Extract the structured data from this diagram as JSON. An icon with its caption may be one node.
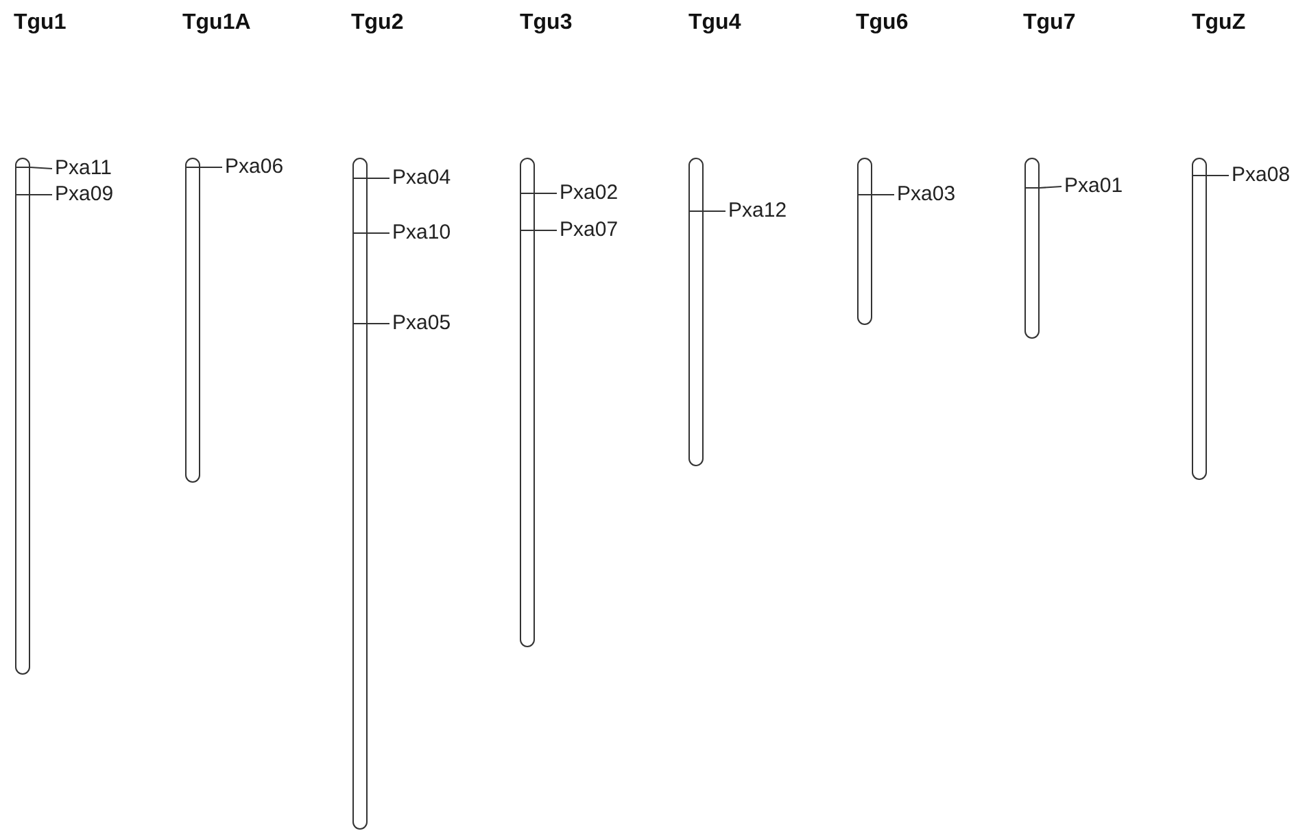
{
  "diagram": {
    "nodes": [
      {
        "text": [],
        "shape": "bar"
      },
      {
        "text": [],
        "shape": "bar"
      },
      {
        "text": [],
        "shape": "bar"
      },
      {
        "text": [],
        "shape": "bar"
      },
      {
        "text": [],
        "shape": "bar"
      },
      {
        "text": [],
        "shape": "bar"
      },
      {
        "text": [],
        "shape": "bar"
      },
      {
        "text": [],
        "shape": "bar"
      },
      {
        "text": [
          "Pxa11"
        ]
      },
      {
        "text": [
          "Pxa09"
        ]
      },
      {
        "text": [
          "Pxa06"
        ]
      },
      {
        "text": [
          "Pxa04"
        ]
      },
      {
        "text": [
          "Pxa10"
        ]
      },
      {
        "text": [
          "Pxa05"
        ]
      },
      {
        "text": [
          "Pxa02"
        ]
      },
      {
        "text": [
          "Pxa07"
        ]
      },
      {
        "text": [
          "Pxa12"
        ]
      },
      {
        "text": [
          "Pxa03"
        ]
      },
      {
        "text": [
          "Pxa01"
        ]
      },
      {
        "text": [
          "Pxa08"
        ]
      }
    ],
    "edges": [
      {
        "from": 8,
        "to": 0,
        "arrow": "none"
      },
      {
        "from": 9,
        "to": 0,
        "arrow": "none"
      },
      {
        "from": 10,
        "to": 1,
        "arrow": "none"
      },
      {
        "from": 11,
        "to": 2,
        "arrow": "none"
      },
      {
        "from": 12,
        "to": 2,
        "arrow": "none"
      },
      {
        "from": 13,
        "to": 2,
        "arrow": "none"
      },
      {
        "from": 14,
        "to": 3,
        "arrow": "none"
      },
      {
        "from": 15,
        "to": 3,
        "arrow": "none"
      },
      {
        "from": 16,
        "to": 4,
        "arrow": "none"
      },
      {
        "from": 17,
        "to": 5,
        "arrow": "none"
      },
      {
        "from": 18,
        "to": 6,
        "arrow": "none"
      },
      {
        "from": 19,
        "to": 7,
        "arrow": "none"
      }
    ],
    "labels": [
      "Tgu1",
      "Tgu1A",
      "Tgu2",
      "Tgu3",
      "Tgu4",
      "Tgu6",
      "Tgu7",
      "TguZ"
    ]
  }
}
